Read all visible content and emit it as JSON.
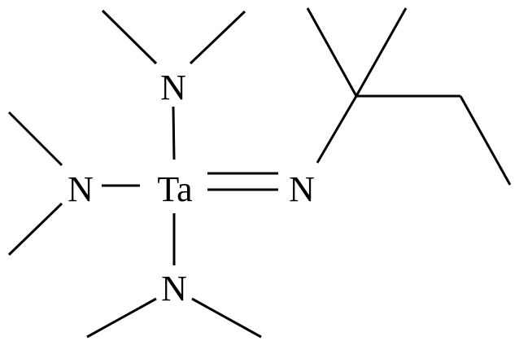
{
  "molecule": {
    "atoms": {
      "tantalum": "Ta",
      "imido_nitrogen": "N",
      "amido_nitrogen_top": "N",
      "amido_nitrogen_left": "N",
      "amido_nitrogen_bottom": "N"
    }
  },
  "colors": {
    "ink": "#000000",
    "background": "#ffffff"
  }
}
